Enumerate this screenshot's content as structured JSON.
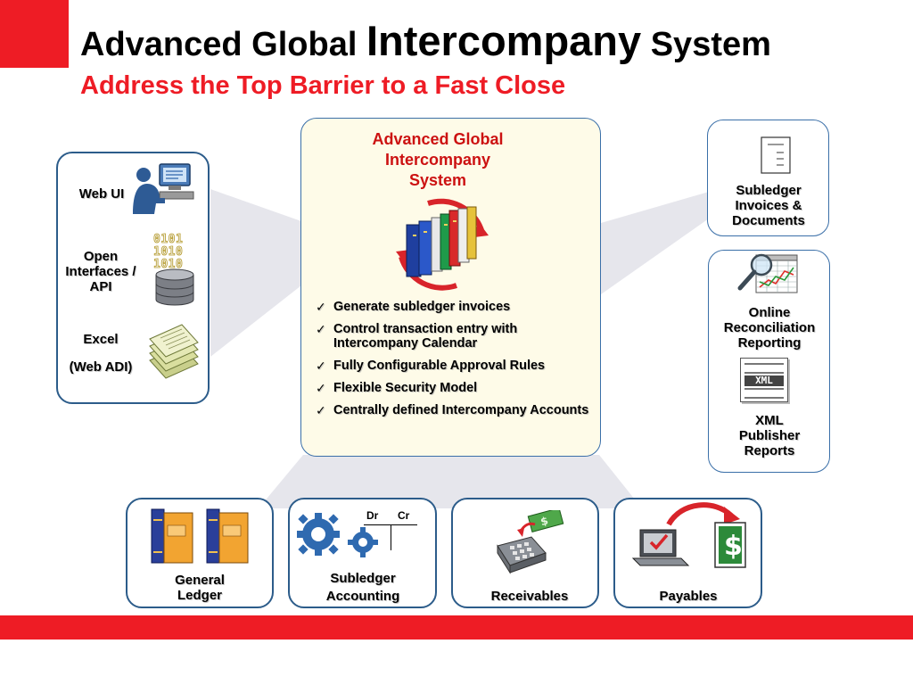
{
  "header": {
    "title_part1": "Advanced Global ",
    "title_part2": "Intercompany",
    "title_part3": " System",
    "subtitle": "Address the Top Barrier to a Fast Close"
  },
  "center": {
    "title_line1": "Advanced Global",
    "title_line2": "Intercompany",
    "title_line3": "System",
    "features": [
      "Generate subledger invoices",
      "Control transaction entry with Intercompany Calendar",
      "Fully Configurable Approval Rules",
      "Flexible Security Model",
      "Centrally defined Intercompany Accounts"
    ],
    "check_glyph": "✓"
  },
  "left": {
    "web_ui": "Web UI",
    "open_line1": "Open",
    "open_line2": "Interfaces /",
    "open_line3": "API",
    "binary_line1": "0101",
    "binary_line2": "1010",
    "binary_line3": "1010",
    "excel": "Excel",
    "web_adi": "(Web ADI)"
  },
  "right": {
    "subledger_line1": "Subledger",
    "subledger_line2": "Invoices &",
    "subledger_line3": "Documents",
    "online_line1": "Online",
    "online_line2": "Reconciliation",
    "online_line3": "Reporting",
    "xml_icon_text": "XML",
    "xml_line1": "XML",
    "xml_line2": "Publisher",
    "xml_line3": "Reports"
  },
  "bottom": {
    "gl_line1": "General",
    "gl_line2": "Ledger",
    "sla_dr": "Dr",
    "sla_cr": "Cr",
    "sla_line1": "Subledger",
    "sla_line2": "Accounting",
    "receivables": "Receivables",
    "payables": "Payables"
  },
  "colors": {
    "brand_red": "#ee1c25",
    "box_border": "#3a6fa8",
    "center_fill": "#fefbe8"
  }
}
